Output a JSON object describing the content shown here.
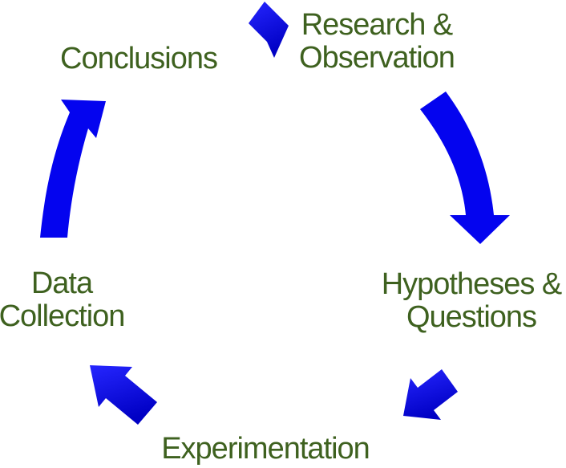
{
  "colors": {
    "background": "#ffffff",
    "text_green": "#3e611f",
    "arrow_blue": "#0404ef",
    "arrow_blue_light": "#2626ff",
    "arrow_blue_dark": "#0000c4"
  },
  "diagram": {
    "type": "cycle",
    "nodes": [
      {
        "id": "conclusions",
        "lines": [
          "Conclusions"
        ]
      },
      {
        "id": "research-observation",
        "lines": [
          "Research &",
          "Observation"
        ]
      },
      {
        "id": "hypotheses-questions",
        "lines": [
          "Hypotheses &",
          "Questions"
        ]
      },
      {
        "id": "experimentation",
        "lines": [
          "Experimentation"
        ]
      },
      {
        "id": "data-collection",
        "lines": [
          "Data",
          "Collection"
        ]
      }
    ],
    "arrows": [
      {
        "from": "conclusions",
        "to": "research-observation"
      },
      {
        "from": "research-observation",
        "to": "hypotheses-questions"
      },
      {
        "from": "hypotheses-questions",
        "to": "experimentation"
      },
      {
        "from": "experimentation",
        "to": "data-collection"
      },
      {
        "from": "data-collection",
        "to": "conclusions"
      }
    ]
  }
}
